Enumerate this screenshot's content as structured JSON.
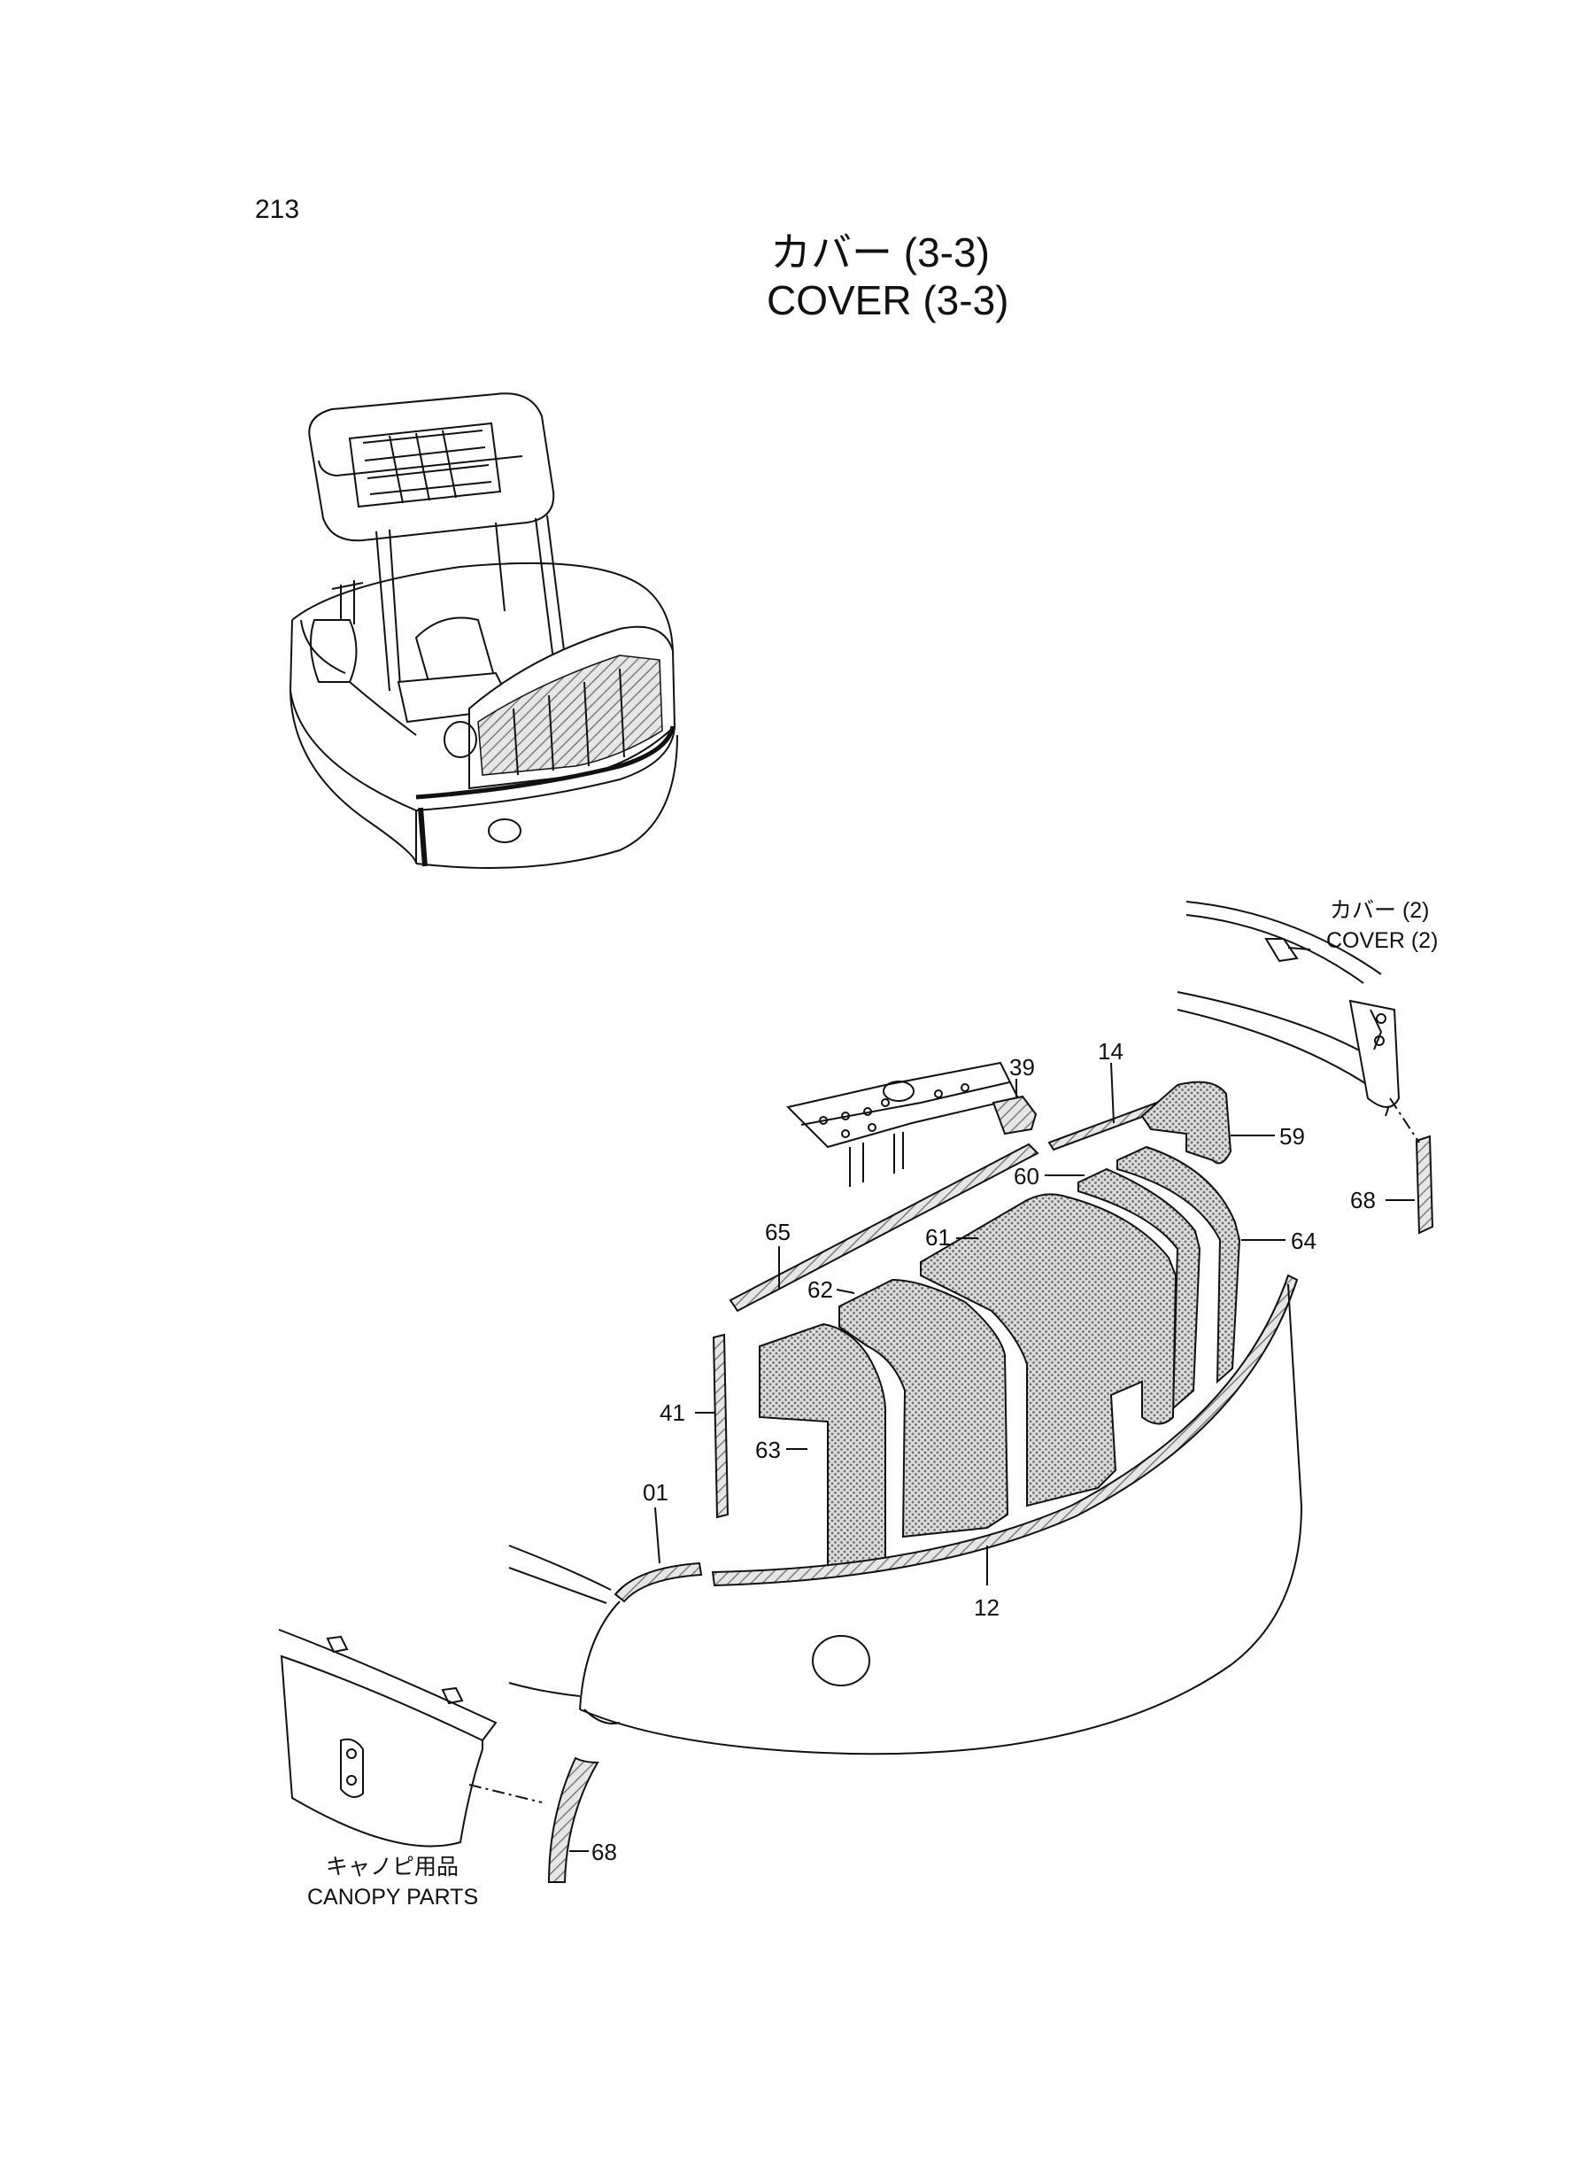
{
  "page_number": "213",
  "title": {
    "ja": "カバー (3-3)",
    "en": "COVER (3-3)"
  },
  "callouts": [
    {
      "id": "39",
      "label": "39"
    },
    {
      "id": "14",
      "label": "14"
    },
    {
      "id": "59",
      "label": "59"
    },
    {
      "id": "60",
      "label": "60"
    },
    {
      "id": "64",
      "label": "64"
    },
    {
      "id": "61",
      "label": "61"
    },
    {
      "id": "65",
      "label": "65"
    },
    {
      "id": "62",
      "label": "62"
    },
    {
      "id": "41",
      "label": "41"
    },
    {
      "id": "63",
      "label": "63"
    },
    {
      "id": "01",
      "label": "01"
    },
    {
      "id": "12",
      "label": "12"
    },
    {
      "id": "68a",
      "label": "68"
    },
    {
      "id": "68b",
      "label": "68"
    }
  ],
  "references": {
    "cover2": {
      "ja": "カバー (2)",
      "en": "COVER (2)"
    },
    "canopy": {
      "ja": "キャノピ用品",
      "en": "CANOPY  PARTS"
    }
  },
  "colors": {
    "ink": "#111111",
    "hatch": "#8a8a8a"
  }
}
